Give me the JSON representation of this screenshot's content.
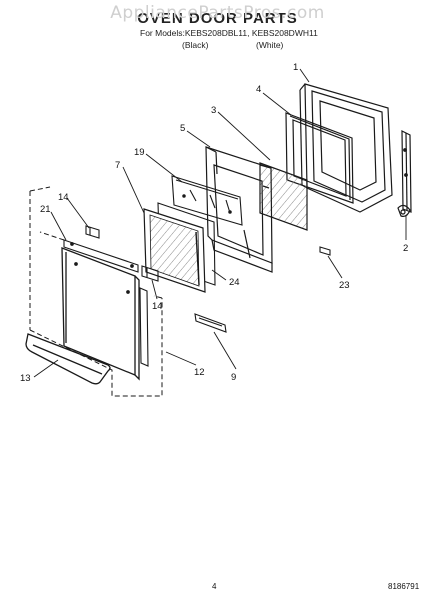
{
  "header": {
    "watermark": "AppliancePartsPros.com",
    "title": "OVEN DOOR PARTS",
    "model_line": "For Models:KEBS208DBL11, KEBS208DWH11",
    "finish_black": "(Black)",
    "finish_white": "(White)"
  },
  "callouts": {
    "c1": "1",
    "c2": "2",
    "c3": "3",
    "c4": "4",
    "c5": "5",
    "c7": "7",
    "c9": "9",
    "c12": "12",
    "c13": "13",
    "c14a": "14",
    "c14b": "14",
    "c19": "19",
    "c21": "21",
    "c23": "23",
    "c24": "24"
  },
  "footer": {
    "page_number": "4",
    "doc_number": "8186791"
  },
  "colors": {
    "line": "#1a1a1a",
    "glass": "#7a7a7a",
    "watermark": "#cfcfcf"
  }
}
